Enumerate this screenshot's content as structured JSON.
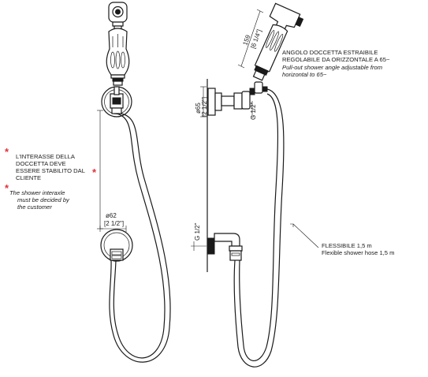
{
  "notes": {
    "interaxis_it": [
      "L'INTERASSE DELLA",
      "DOCCETTA DEVE",
      "ESSERE STABILITO DAL",
      "CLIENTE"
    ],
    "interaxis_en": [
      "The shower interaxle",
      "must be decided by",
      "the customer"
    ],
    "angle_it": [
      "ANGOLO DOCCETTA ESTRAIBILE",
      "REGOLABILE DA ORIZZONTALE A 65~"
    ],
    "angle_en": [
      "Pull-out shower angle adjustable from",
      "horizontal to 65~"
    ],
    "hose_it": "FLESSIBILE 1,5 m",
    "hose_en": "Flexible shower hose 1,5 m",
    "star_symbol": "*"
  },
  "dimensions": {
    "d62": "ø62",
    "d62_in": "[2 1/2\"]",
    "d65": "ø65",
    "d65_in": "[2 1/2\"]",
    "len159": "159",
    "len159_in": "[6 1/4\"]",
    "thread_top": "G 1/2\"",
    "thread_bottom": "G 1/2\""
  },
  "colors": {
    "line": "#1a1a1a",
    "asterisk": "#e0323c",
    "background": "#ffffff"
  }
}
